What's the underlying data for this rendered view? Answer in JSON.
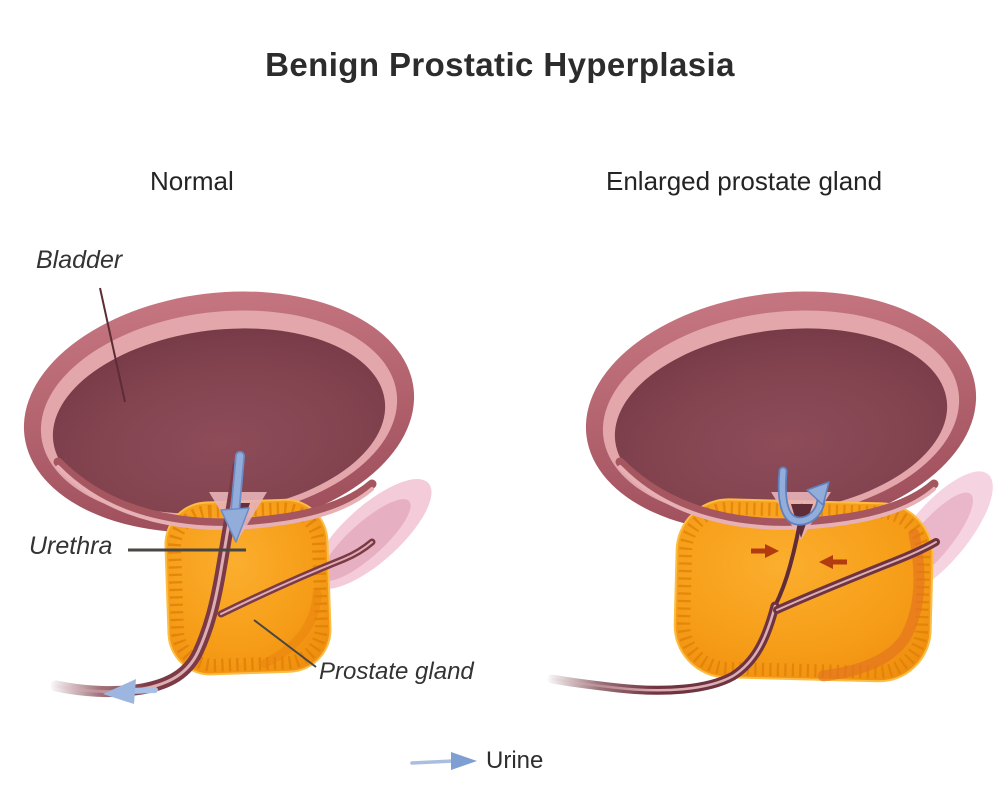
{
  "title": "Benign Prostatic Hyperplasia",
  "panels": {
    "normal": {
      "heading": "Normal"
    },
    "enlarged": {
      "heading": "Enlarged prostate gland"
    }
  },
  "labels": {
    "bladder": "Bladder",
    "urethra": "Urethra",
    "prostate": "Prostate gland"
  },
  "legend": {
    "urine": "Urine"
  },
  "icons": {
    "flow_down_arrow": "urine-flow-down-arrow",
    "exit_arrow": "urine-exit-arrow",
    "blocked_arrow": "urine-blocked-uturn-arrow",
    "compression_arrows": "compression-arrows",
    "legend_arrow": "urine-legend-arrow"
  },
  "colors": {
    "bladder_rim": "#b5606b",
    "bladder_wall_light": "#e2a6ab",
    "bladder_interior": "#7c3e4b",
    "prostate": "#f5a01d",
    "prostate_ridges": "#dd7d06",
    "urethra": "#7b3a46",
    "seminal_vesicle": "#f4cbd9",
    "flow_arrow_blue": "#93adda",
    "compression_arrow_red": "#b23b10",
    "text": "#2c2c2c"
  }
}
